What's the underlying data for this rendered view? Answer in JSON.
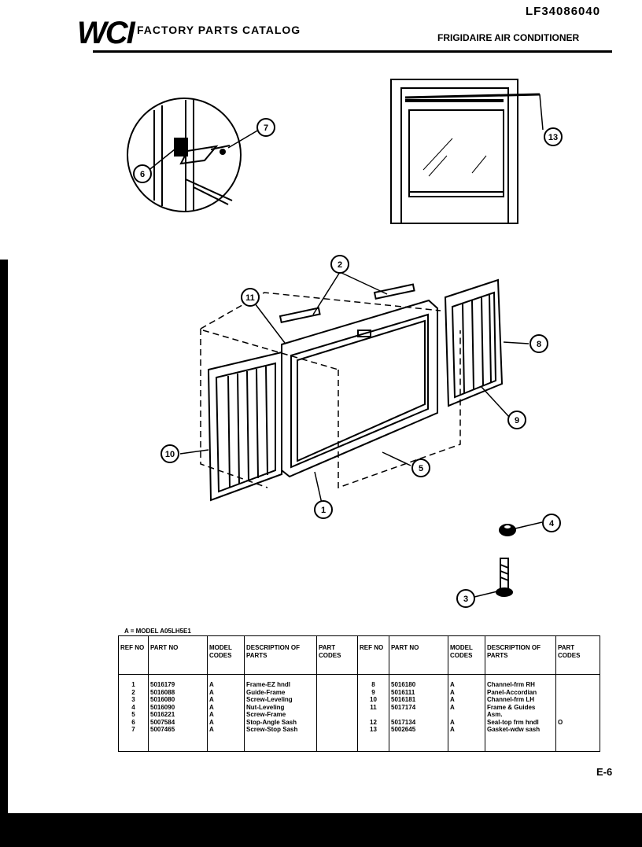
{
  "header": {
    "catalog_number": "LF34086040",
    "logo": "WCI",
    "catalog_title": "FACTORY PARTS CATALOG",
    "subtitle": "FRIGIDAIRE AIR CONDITIONER"
  },
  "diagram": {
    "callouts": [
      "1",
      "2",
      "3",
      "4",
      "5",
      "6",
      "7",
      "8",
      "9",
      "10",
      "11",
      "13"
    ]
  },
  "model_note": "A = MODEL A05LH5E1",
  "table": {
    "headers": {
      "ref_no": "REF NO",
      "part_no": "PART NO",
      "model_codes": "MODEL CODES",
      "description": "DESCRIPTION OF PARTS",
      "part_codes": "PART CODES"
    },
    "left": [
      {
        "ref": "1",
        "part": "5016179",
        "model": "A",
        "desc": "Frame-EZ hndl",
        "code": ""
      },
      {
        "ref": "2",
        "part": "5016088",
        "model": "A",
        "desc": "Guide-Frame",
        "code": ""
      },
      {
        "ref": "3",
        "part": "5016080",
        "model": "A",
        "desc": "Screw-Leveling",
        "code": ""
      },
      {
        "ref": "4",
        "part": "5016090",
        "model": "A",
        "desc": "Nut-Leveling",
        "code": ""
      },
      {
        "ref": "5",
        "part": "5016221",
        "model": "A",
        "desc": "Screw-Frame",
        "code": ""
      },
      {
        "ref": "6",
        "part": "5007584",
        "model": "A",
        "desc": "Stop-Angle Sash",
        "code": ""
      },
      {
        "ref": "7",
        "part": "5007465",
        "model": "A",
        "desc": "Screw-Stop Sash",
        "code": ""
      }
    ],
    "right": [
      {
        "ref": "8",
        "part": "5016180",
        "model": "A",
        "desc": "Channel-frm RH",
        "code": ""
      },
      {
        "ref": "9",
        "part": "5016111",
        "model": "A",
        "desc": "Panel-Accordian",
        "code": ""
      },
      {
        "ref": "10",
        "part": "5016181",
        "model": "A",
        "desc": "Channel-frm LH",
        "code": ""
      },
      {
        "ref": "11",
        "part": "5017174",
        "model": "A",
        "desc": "Frame & Guides",
        "code": ""
      },
      {
        "ref": "",
        "part": "",
        "model": "",
        "desc": "Asm.",
        "code": ""
      },
      {
        "ref": "12",
        "part": "5017134",
        "model": "A",
        "desc": "Seal-top frm hndl",
        "code": "O"
      },
      {
        "ref": "13",
        "part": "5002645",
        "model": "A",
        "desc": "Gasket-wdw sash",
        "code": ""
      }
    ]
  },
  "page_number": "E-6"
}
